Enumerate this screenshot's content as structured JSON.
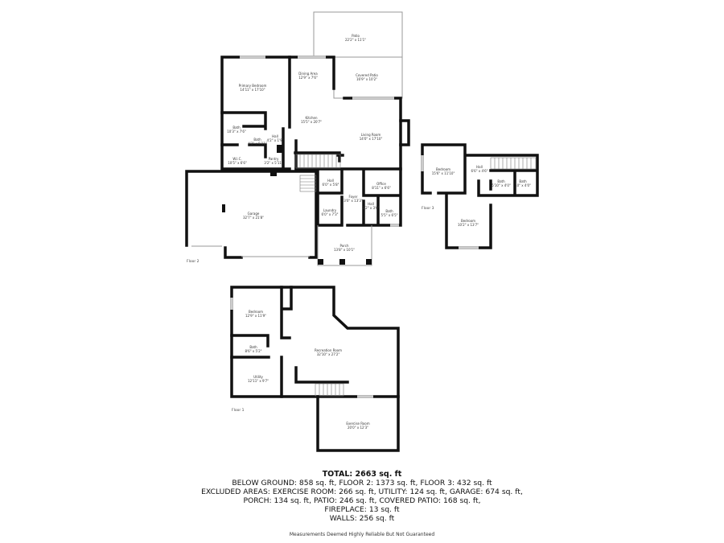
{
  "floors": [
    {
      "label": "Floor 2",
      "rooms": [
        {
          "name": "Patio",
          "dims": "22'2\" x 11'1\""
        },
        {
          "name": "Dining Area",
          "dims": "12'9\" x 7'6\""
        },
        {
          "name": "Covered Patio",
          "dims": "16'9\" x 10'2\""
        },
        {
          "name": "Primary Bedroom",
          "dims": "14'11\" x 17'10\""
        },
        {
          "name": "Kitchen",
          "dims": "15'5\" x 20'7\""
        },
        {
          "name": "Living Room",
          "dims": "14'0\" x 17'10\""
        },
        {
          "name": "Bath",
          "dims": "10'3\" x 7'6\""
        },
        {
          "name": "Bath",
          "dims": "4'3\" x 5'11\""
        },
        {
          "name": "Hall",
          "dims": "4'2\" x 1'9\""
        },
        {
          "name": "W.I.C.",
          "dims": "10'5\" x 6'6\""
        },
        {
          "name": "Pantry",
          "dims": "3'2\" x 5'11\""
        },
        {
          "name": "Hall",
          "dims": "6'0\" x 5'8\""
        },
        {
          "name": "Office",
          "dims": "8'11\" x 6'6\""
        },
        {
          "name": "Foyer",
          "dims": "3'0\" x 13'3\""
        },
        {
          "name": "Hall",
          "dims": "3'2\" x 3'6\""
        },
        {
          "name": "Laundry",
          "dims": "6'0\" x 7'3\""
        },
        {
          "name": "Bath",
          "dims": "5'5\" x 6'5\""
        },
        {
          "name": "Garage",
          "dims": "32'7\" x 21'8\""
        },
        {
          "name": "Porch",
          "dims": "13'8\" x 10'1\""
        }
      ]
    },
    {
      "label": "Floor 3",
      "rooms": [
        {
          "name": "Bedroom",
          "dims": "15'6\" x 11'10\""
        },
        {
          "name": "Hall",
          "dims": "6'6\" x 4'6\""
        },
        {
          "name": "Bath",
          "dims": "5'10\" x 4'0\""
        },
        {
          "name": "Bath",
          "dims": "10\" x 4'0\""
        },
        {
          "name": "Bedroom",
          "dims": "10'2\" x 13'7\""
        }
      ]
    },
    {
      "label": "Floor 1",
      "rooms": [
        {
          "name": "Bedroom",
          "dims": "12'9\" x 11'9\""
        },
        {
          "name": "Bath",
          "dims": "8'6\" x 5'2\""
        },
        {
          "name": "Utility",
          "dims": "12'11\" x 9'7\""
        },
        {
          "name": "Recreation Room",
          "dims": "32'10\" x 27'2\""
        },
        {
          "name": "Exercise Room",
          "dims": "20'0\" x 12'3\""
        }
      ]
    }
  ],
  "summary": {
    "total": "TOTAL: 2663 sq. ft",
    "line1": "BELOW GROUND: 858 sq. ft, FLOOR 2: 1373 sq. ft, FLOOR 3: 432 sq. ft",
    "line2": "EXCLUDED AREAS: EXERCISE ROOM: 266 sq. ft, UTILITY: 124 sq. ft, GARAGE: 674 sq. ft,",
    "line3": "PORCH: 134 sq. ft, PATIO: 246 sq. ft, COVERED PATIO: 168 sq. ft,",
    "line4": "FIREPLACE: 13 sq. ft",
    "line5": "WALLS: 256 sq. ft",
    "disclaimer": "Measurements Deemed Highly Reliable But Not Guaranteed"
  }
}
